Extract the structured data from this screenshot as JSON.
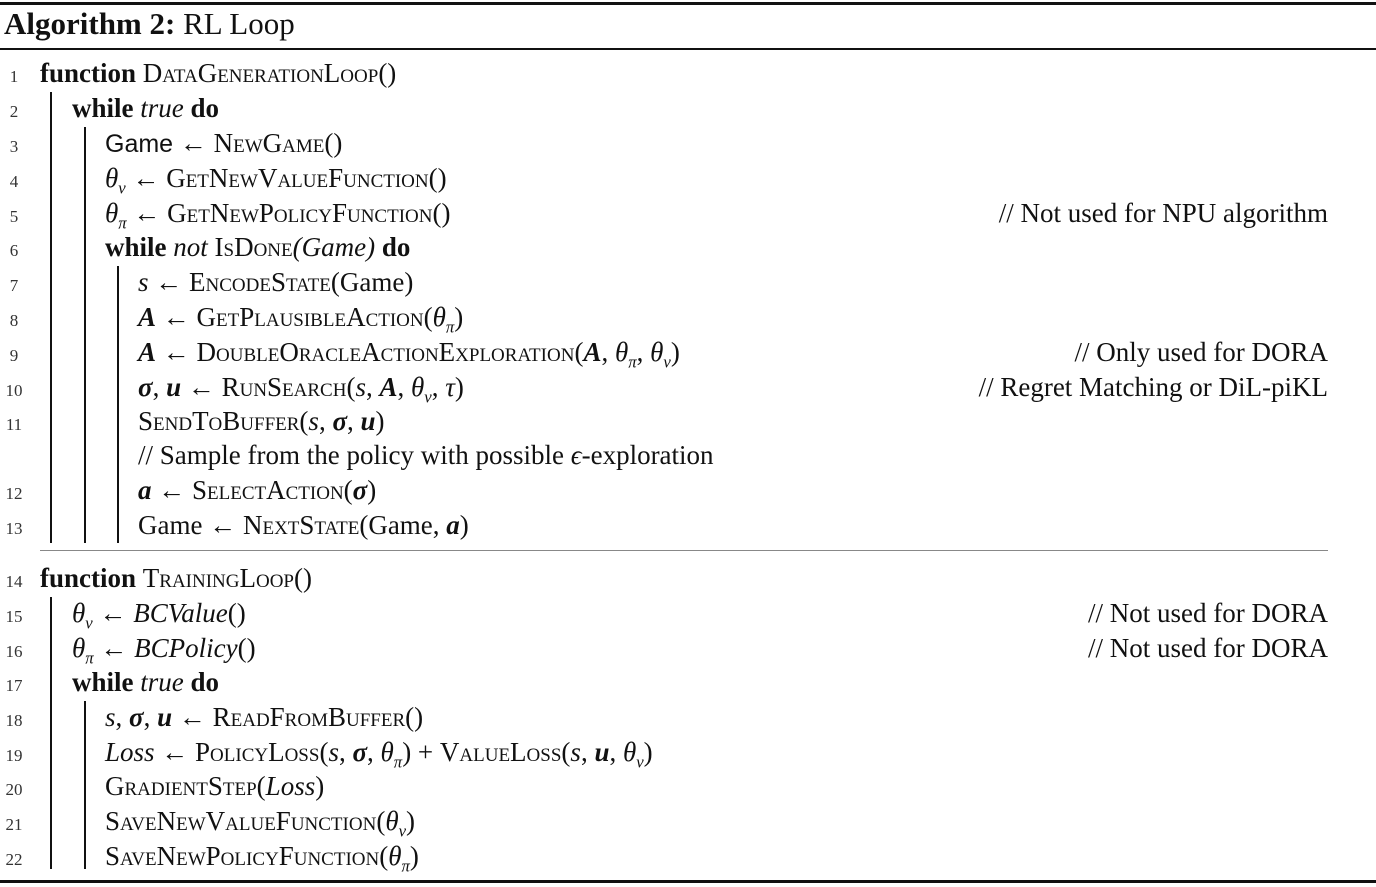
{
  "algorithm": {
    "label": "Algorithm 2:",
    "title": "RL Loop"
  },
  "lines": [
    {
      "n": "1",
      "code": "function DataGenerationLoop()",
      "comment": ""
    },
    {
      "n": "2",
      "code": "while true do",
      "comment": ""
    },
    {
      "n": "3",
      "code": "Game ← NewGame()",
      "comment": ""
    },
    {
      "n": "4",
      "code": "θv ← GetNewValueFunction()",
      "comment": ""
    },
    {
      "n": "5",
      "code": "θπ ← GetNewPolicyFunction()",
      "comment": "// Not used for NPU algorithm"
    },
    {
      "n": "6",
      "code": "while not IsDone(Game) do",
      "comment": ""
    },
    {
      "n": "7",
      "code": "s ← EncodeState(Game)",
      "comment": ""
    },
    {
      "n": "8",
      "code": "A ← GetPlausibleAction(θπ)",
      "comment": ""
    },
    {
      "n": "9",
      "code": "A ← DoubleOracleActionExploration(A, θπ, θv)",
      "comment": "// Only used for DORA"
    },
    {
      "n": "10",
      "code": "σ, u ← RunSearch(s, A, θv, τ)",
      "comment": "// Regret Matching or DiL-piKL"
    },
    {
      "n": "11",
      "code": "SendToBuffer(s, σ, u)",
      "comment": ""
    },
    {
      "n": "",
      "code": "// Sample from the policy with possible ϵ-exploration",
      "comment": ""
    },
    {
      "n": "12",
      "code": "a ← SelectAction(σ)",
      "comment": ""
    },
    {
      "n": "13",
      "code": "Game ← NextState(Game, a)",
      "comment": ""
    },
    {
      "n": "14",
      "code": "function TrainingLoop()",
      "comment": ""
    },
    {
      "n": "15",
      "code": "θv ← BCValue()",
      "comment": "// Not used for DORA"
    },
    {
      "n": "16",
      "code": "θπ ← BCPolicy()",
      "comment": "// Not used for DORA"
    },
    {
      "n": "17",
      "code": "while true do",
      "comment": ""
    },
    {
      "n": "18",
      "code": "s, σ, u ← ReadFromBuffer()",
      "comment": ""
    },
    {
      "n": "19",
      "code": "Loss ← PolicyLoss(s, σ, θπ) + ValueLoss(s, u, θv)",
      "comment": ""
    },
    {
      "n": "20",
      "code": "GradientStep(Loss)",
      "comment": ""
    },
    {
      "n": "21",
      "code": "SaveNewValueFunction(θv)",
      "comment": ""
    },
    {
      "n": "22",
      "code": "SaveNewPolicyFunction(θπ)",
      "comment": ""
    }
  ],
  "tokens": {
    "function": "function",
    "while": "while",
    "do": "do",
    "true": "true",
    "not": "not",
    "arrow": "←",
    "theta": "θ",
    "v": "v",
    "pi": "π",
    "sigma": "σ",
    "tau": "τ",
    "eps": "ϵ",
    "A": "A",
    "u": "u",
    "a": "a",
    "s": "s",
    "Game": "Game",
    "Loss": "Loss",
    "DataGenerationLoop": "DataGenerationLoop",
    "NewGame": "NewGame",
    "GetNewValueFunction": "GetNewValueFunction",
    "GetNewPolicyFunction": "GetNewPolicyFunction",
    "IsDone": "IsDone",
    "EncodeState": "EncodeState",
    "GetPlausibleAction": "GetPlausibleAction",
    "DoubleOracleActionExploration": "DoubleOracleActionExploration",
    "RunSearch": "RunSearch",
    "SendToBuffer": "SendToBuffer",
    "SelectAction": "SelectAction",
    "NextState": "NextState",
    "TrainingLoop": "TrainingLoop",
    "BCValue": "BCValue",
    "BCPolicy": "BCPolicy",
    "ReadFromBuffer": "ReadFromBuffer",
    "PolicyLoss": "PolicyLoss",
    "ValueLoss": "ValueLoss",
    "GradientStep": "GradientStep",
    "SaveNewValueFunction": "SaveNewValueFunction",
    "SaveNewPolicyFunction": "SaveNewPolicyFunction",
    "sample_comment_pre": "// Sample from the policy with possible ",
    "sample_comment_post": "-exploration"
  }
}
